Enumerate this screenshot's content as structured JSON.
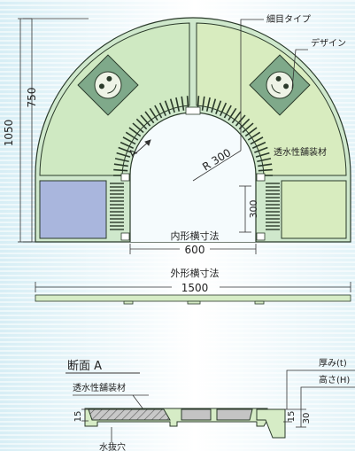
{
  "callouts": {
    "fine_type": "細目タイプ",
    "design": "デザイン",
    "permeable_material": "透水性舗装材"
  },
  "dimensions": {
    "height_total": "1050",
    "height_arc": "750",
    "radius": "R 300",
    "leg_height": "300",
    "inner_label": "内形横寸法",
    "inner_value": "600",
    "outer_label": "外形横寸法",
    "outer_value": "1500"
  },
  "section": {
    "title": "断面 A",
    "material": "透水性舗装材",
    "thickness_label": "厚み(t)",
    "height_label": "高さ(H)",
    "t_value": "15",
    "h_value": "30",
    "left_t_value": "15",
    "drain_hole": "水抜穴",
    "marker": "A"
  },
  "colors": {
    "green_panel": "#d2e9b8",
    "blue_panel": "#aab7dc",
    "frame": "#c8e4c6",
    "outline": "#2a3a2a"
  }
}
